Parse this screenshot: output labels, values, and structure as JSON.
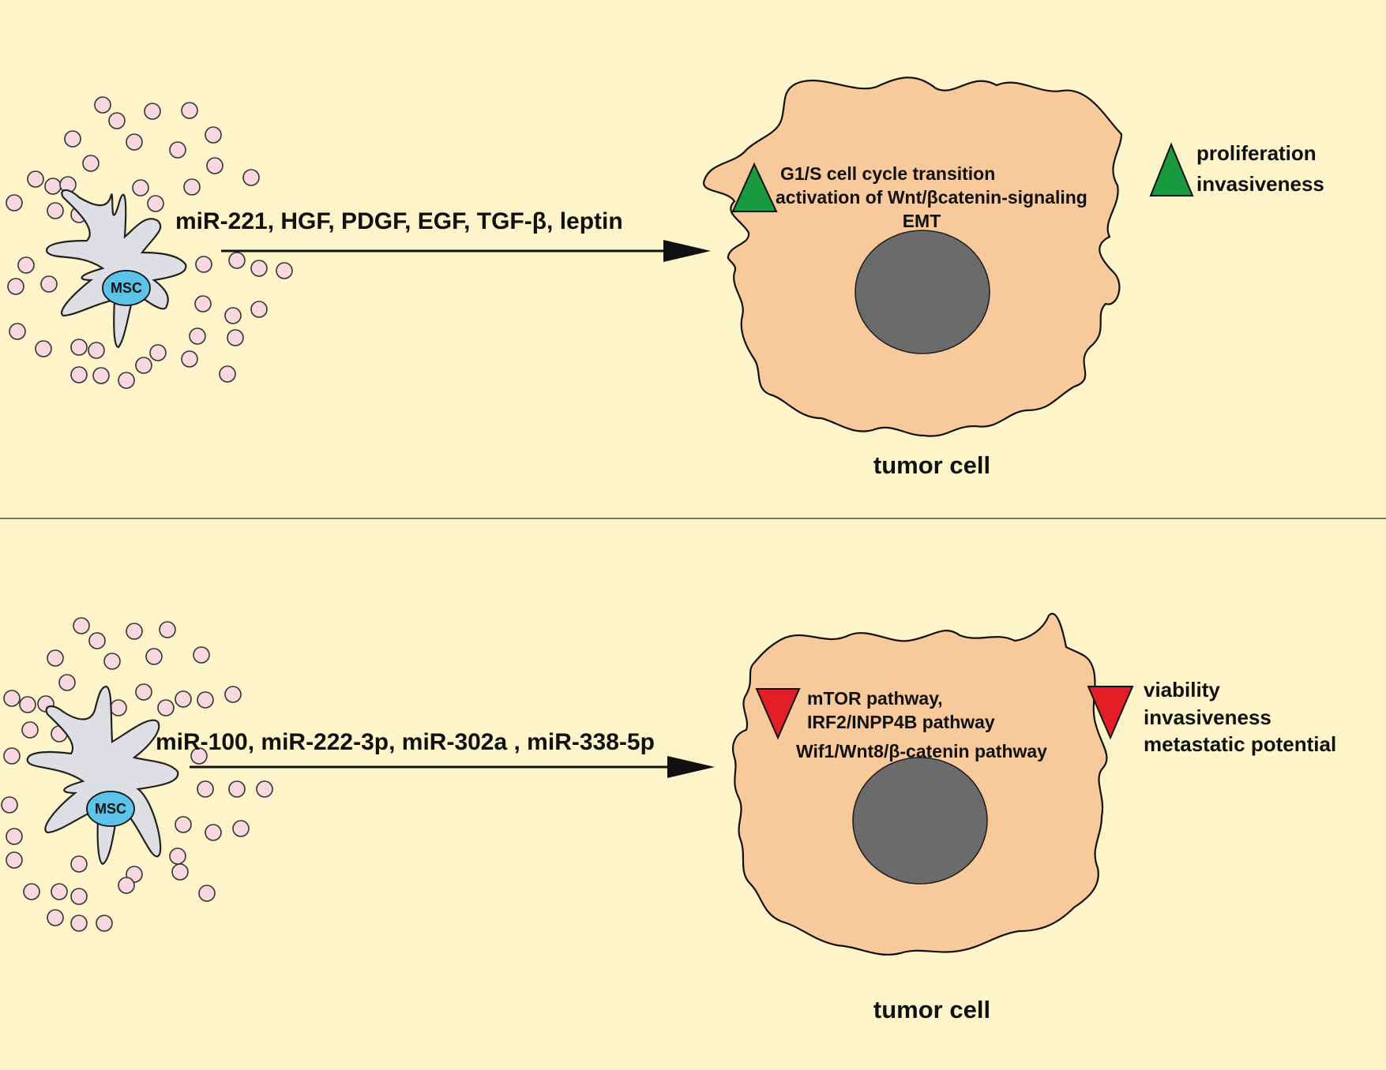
{
  "colors": {
    "background": "#fdf5c9",
    "tumor_cell": "#f8c99a",
    "nucleus": "#6b6b6b",
    "msc_body": "#dedfe4",
    "msc_nucleus": "#5cc3e8",
    "vesicle": "#f8d7de",
    "increase_marker": "#1a9a3e",
    "decrease_marker": "#e41e26",
    "divider": "#777777"
  },
  "panels": [
    {
      "msc_label": "MSC",
      "signals": "miR-221, HGF, PDGF, EGF, TGF-β, leptin",
      "marker": "increase (green upward triangle)",
      "mechanisms": [
        "G1/S cell cycle transition",
        "activation of Wnt/βcatenin-signaling",
        "EMT"
      ],
      "outcomes": [
        "proliferation",
        "invasiveness"
      ],
      "target_label": "tumor cell"
    },
    {
      "msc_label": "MSC",
      "signals": "miR-100, miR-222-3p, miR-302a , miR-338-5p",
      "marker": "decrease (red downward triangle)",
      "mechanisms": [
        "mTOR pathway,",
        "IRF2/INPP4B pathway",
        "Wif1/Wnt8/β-catenin pathway"
      ],
      "outcomes": [
        "viability",
        "invasiveness",
        "metastatic potential"
      ],
      "target_label": "tumor cell"
    }
  ]
}
